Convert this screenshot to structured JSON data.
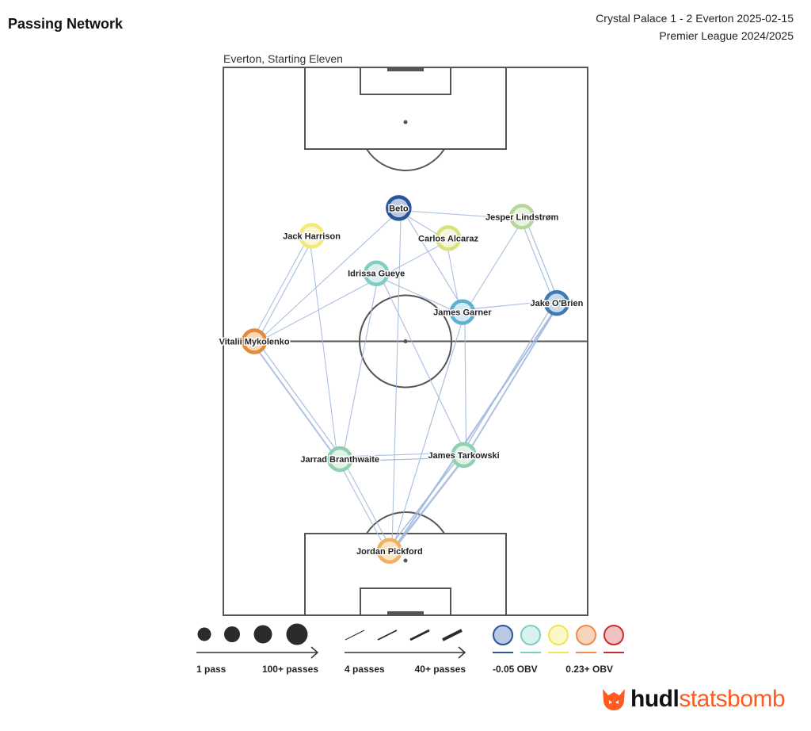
{
  "header": {
    "title": "Passing Network",
    "match": "Crystal Palace 1 - 2 Everton 2025-02-15",
    "competition": "Premier League 2024/2025"
  },
  "pitch": {
    "team_label": "Everton, Starting Eleven"
  },
  "chart_data": {
    "type": "passing-network",
    "pitch_units": {
      "length": 120,
      "width": 80
    },
    "attack_direction": "up",
    "players": [
      {
        "name": "Jack Harrison",
        "x": 83.1,
        "y": 19.4,
        "color": "#f1e97a",
        "fill": "#fbf7d2"
      },
      {
        "name": "Beto",
        "x": 89.2,
        "y": 38.5,
        "color": "#2a5599",
        "fill": "#b9c8e3"
      },
      {
        "name": "Jesper Lindstrøm",
        "x": 87.3,
        "y": 65.6,
        "color": "#b5d89a",
        "fill": "#e9f4df"
      },
      {
        "name": "Carlos Alcaraz",
        "x": 82.6,
        "y": 49.4,
        "color": "#d9e07e",
        "fill": "#f4f6d8"
      },
      {
        "name": "Idrissa Gueye",
        "x": 74.9,
        "y": 33.6,
        "color": "#82ccc4",
        "fill": "#dcf1ef"
      },
      {
        "name": "James Garner",
        "x": 66.4,
        "y": 52.5,
        "color": "#5eb1cf",
        "fill": "#d3ebf4"
      },
      {
        "name": "Jake O'Brien",
        "x": 68.4,
        "y": 73.2,
        "color": "#3f7ab1",
        "fill": "#c6daec"
      },
      {
        "name": "Vitalii Mykolenko",
        "x": 60.0,
        "y": 6.8,
        "color": "#e58a3c",
        "fill": "#f8d9bd"
      },
      {
        "name": "Jarrad Branthwaite",
        "x": 34.2,
        "y": 25.6,
        "color": "#8fd0b0",
        "fill": "#e2f3ea"
      },
      {
        "name": "James Tarkowski",
        "x": 35.1,
        "y": 52.8,
        "color": "#8fd0b0",
        "fill": "#e2f3ea"
      },
      {
        "name": "Jordan Pickford",
        "x": 14.1,
        "y": 36.5,
        "color": "#f2b05c",
        "fill": "#fbe5c6"
      }
    ],
    "passes": [
      {
        "from": "Jack Harrison",
        "to": "Vitalii Mykolenko",
        "count": 4
      },
      {
        "from": "Vitalii Mykolenko",
        "to": "Jack Harrison",
        "count": 5
      },
      {
        "from": "Jack Harrison",
        "to": "Jarrad Branthwaite",
        "count": 4
      },
      {
        "from": "Vitalii Mykolenko",
        "to": "Beto",
        "count": 4
      },
      {
        "from": "Vitalii Mykolenko",
        "to": "Carlos Alcaraz",
        "count": 4
      },
      {
        "from": "Vitalii Mykolenko",
        "to": "Jarrad Branthwaite",
        "count": 14
      },
      {
        "from": "Jarrad Branthwaite",
        "to": "Vitalii Mykolenko",
        "count": 6
      },
      {
        "from": "Jarrad Branthwaite",
        "to": "Idrissa Gueye",
        "count": 5
      },
      {
        "from": "Jarrad Branthwaite",
        "to": "James Tarkowski",
        "count": 6
      },
      {
        "from": "James Tarkowski",
        "to": "Jarrad Branthwaite",
        "count": 5
      },
      {
        "from": "Jarrad Branthwaite",
        "to": "Jordan Pickford",
        "count": 4
      },
      {
        "from": "Jordan Pickford",
        "to": "Jarrad Branthwaite",
        "count": 4
      },
      {
        "from": "Jordan Pickford",
        "to": "James Tarkowski",
        "count": 22
      },
      {
        "from": "James Tarkowski",
        "to": "Jordan Pickford",
        "count": 10
      },
      {
        "from": "Jordan Pickford",
        "to": "Jake O'Brien",
        "count": 18
      },
      {
        "from": "Jordan Pickford",
        "to": "Beto",
        "count": 4
      },
      {
        "from": "Jordan Pickford",
        "to": "James Garner",
        "count": 5
      },
      {
        "from": "James Tarkowski",
        "to": "Jake O'Brien",
        "count": 15
      },
      {
        "from": "Jake O'Brien",
        "to": "James Tarkowski",
        "count": 8
      },
      {
        "from": "James Tarkowski",
        "to": "James Garner",
        "count": 5
      },
      {
        "from": "James Tarkowski",
        "to": "Idrissa Gueye",
        "count": 5
      },
      {
        "from": "Jake O'Brien",
        "to": "Jesper Lindstrøm",
        "count": 6
      },
      {
        "from": "Jesper Lindstrøm",
        "to": "Jake O'Brien",
        "count": 5
      },
      {
        "from": "Jake O'Brien",
        "to": "James Garner",
        "count": 5
      },
      {
        "from": "James Garner",
        "to": "Jesper Lindstrøm",
        "count": 4
      },
      {
        "from": "James Garner",
        "to": "Beto",
        "count": 5
      },
      {
        "from": "Beto",
        "to": "Jesper Lindstrøm",
        "count": 4
      },
      {
        "from": "Beto",
        "to": "Carlos Alcaraz",
        "count": 4
      },
      {
        "from": "Carlos Alcaraz",
        "to": "James Garner",
        "count": 4
      },
      {
        "from": "Idrissa Gueye",
        "to": "James Garner",
        "count": 5
      }
    ],
    "legend": {
      "size": {
        "min_label": "1 pass",
        "max_label": "100+ passes"
      },
      "width": {
        "min_label": "4 passes",
        "max_label": "40+ passes"
      },
      "color": {
        "min_label": "-0.05 OBV",
        "max_label": "0.23+ OBV",
        "swatches": [
          {
            "stroke": "#2a5599",
            "fill": "#b9c8e3"
          },
          {
            "stroke": "#7ccfc6",
            "fill": "#dcf1ef"
          },
          {
            "stroke": "#f3e54b",
            "fill": "#fcf7c8"
          },
          {
            "stroke": "#ef8a4c",
            "fill": "#f9d4bd"
          },
          {
            "stroke": "#cc2c2c",
            "fill": "#efc3c3"
          }
        ]
      }
    }
  },
  "branding": {
    "hudl": "hudl",
    "statsbomb": "statsbomb",
    "icon": "statsbomb-fox-icon",
    "accent": "#ff5a1f"
  }
}
